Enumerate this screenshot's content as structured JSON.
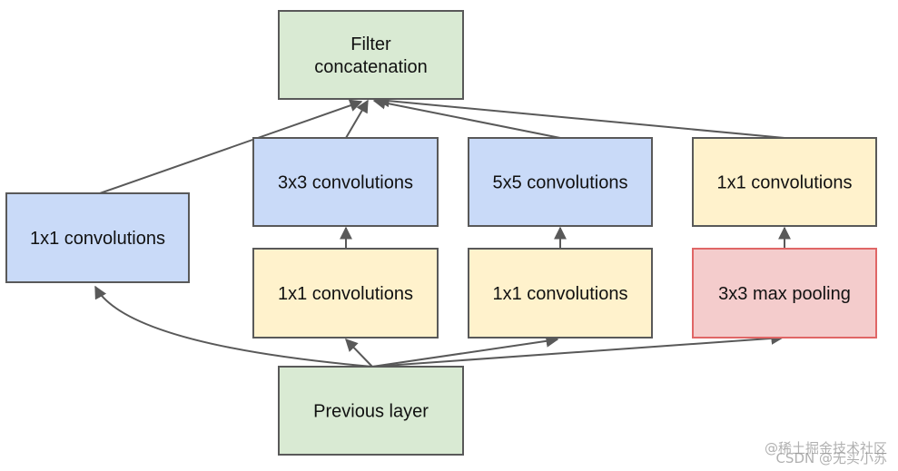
{
  "diagram": {
    "colors": {
      "green_fill": "#d9ead3",
      "blue_fill": "#c9daf8",
      "yellow_fill": "#fff2cc",
      "red_fill": "#f4cccc",
      "border": "#595959",
      "red_border": "#e06666",
      "edge": "#595959"
    },
    "nodes": {
      "filter_concat": {
        "lines": [
          "Filter",
          "concatenation"
        ],
        "fill": "green"
      },
      "conv1x1_left": {
        "lines": [
          "1x1 convolutions"
        ],
        "fill": "blue"
      },
      "conv3x3": {
        "lines": [
          "3x3 convolutions"
        ],
        "fill": "blue"
      },
      "conv5x5": {
        "lines": [
          "5x5 convolutions"
        ],
        "fill": "blue"
      },
      "conv1x1_pool": {
        "lines": [
          "1x1 convolutions"
        ],
        "fill": "yellow"
      },
      "reduce3x3": {
        "lines": [
          "1x1 convolutions"
        ],
        "fill": "yellow"
      },
      "reduce5x5": {
        "lines": [
          "1x1 convolutions"
        ],
        "fill": "yellow"
      },
      "maxpool": {
        "lines": [
          "3x3 max pooling"
        ],
        "fill": "red"
      },
      "previous_layer": {
        "lines": [
          "Previous layer"
        ],
        "fill": "green"
      }
    },
    "edges": [
      [
        "previous_layer",
        "conv1x1_left"
      ],
      [
        "previous_layer",
        "reduce3x3"
      ],
      [
        "previous_layer",
        "reduce5x5"
      ],
      [
        "previous_layer",
        "maxpool"
      ],
      [
        "reduce3x3",
        "conv3x3"
      ],
      [
        "reduce5x5",
        "conv5x5"
      ],
      [
        "maxpool",
        "conv1x1_pool"
      ],
      [
        "conv1x1_left",
        "filter_concat"
      ],
      [
        "conv3x3",
        "filter_concat"
      ],
      [
        "conv5x5",
        "filter_concat"
      ],
      [
        "conv1x1_pool",
        "filter_concat"
      ]
    ]
  },
  "watermark": {
    "line1": "@稀土掘金技术社区",
    "line2": "CSDN @无买小苏"
  }
}
